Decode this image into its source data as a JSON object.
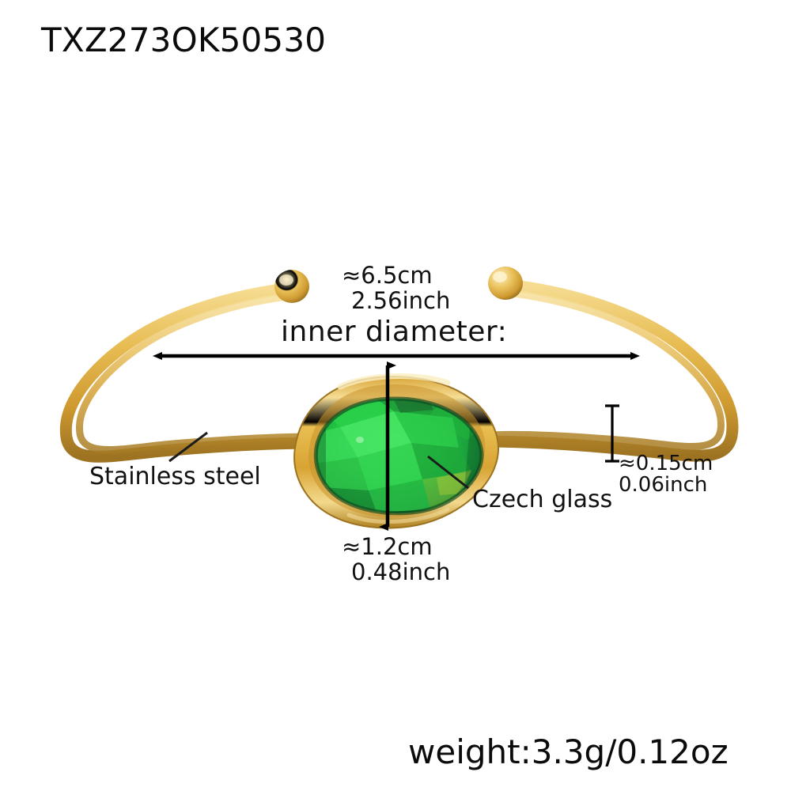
{
  "product": {
    "code": "TXZ273OK50530",
    "weight_text": "weight:3.3g/0.12oz"
  },
  "annotations": {
    "inner_diameter": {
      "label": "inner diameter:",
      "cm": "≈6.5cm",
      "inch": "2.56inch"
    },
    "gem_height": {
      "cm": "≈1.2cm",
      "inch": "0.48inch"
    },
    "band_thickness": {
      "cm": "≈0.15cm",
      "inch": "0.06inch"
    },
    "materials": {
      "band": "Stainless steel",
      "stone": "Czech glass"
    }
  },
  "colors": {
    "background": "#ffffff",
    "text": "#0b0b0b",
    "arrow": "#000000",
    "gold_light": "#f2d27a",
    "gold_mid": "#e0ae3a",
    "gold_deep": "#b8862a",
    "gold_shadow": "#8a6318",
    "gem_bright": "#2fd14a",
    "gem_mid": "#1fb83c",
    "gem_dark": "#14622a",
    "gem_edge": "#0d4a1f"
  },
  "icons": {
    "diameter_arrow": "double-headed-horizontal-arrow",
    "gem_arrow": "double-headed-vertical-arrow",
    "thickness_caliper": "vertical-caliper-tick",
    "steel_leader": "leader-line",
    "glass_leader": "leader-line"
  }
}
